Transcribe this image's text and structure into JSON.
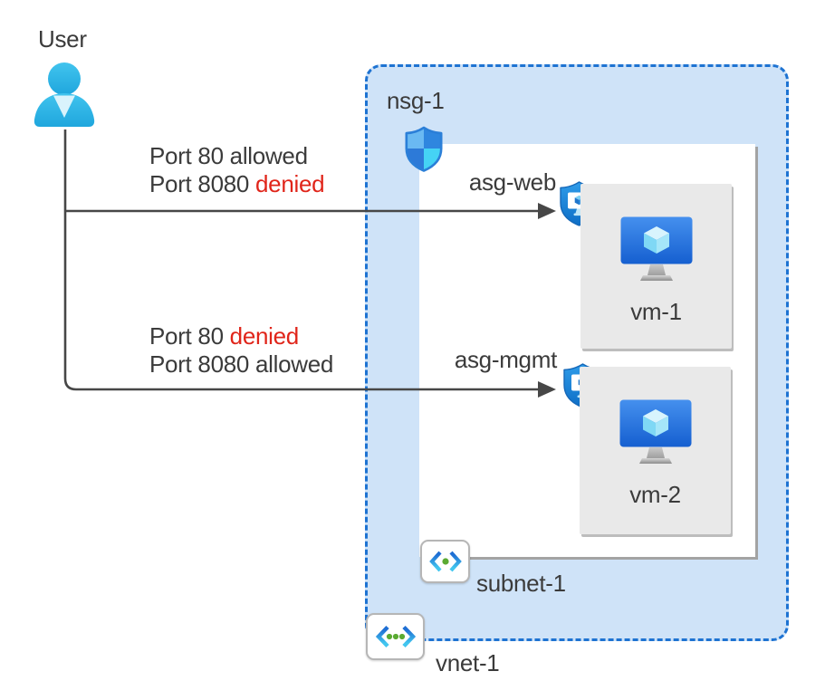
{
  "user": {
    "label": "User"
  },
  "annotations": [
    {
      "lines": [
        {
          "text": "Port 80",
          "status": "allowed",
          "status_class": "st-allowed"
        },
        {
          "text": "Port 8080",
          "status": "denied",
          "status_class": "st-denied"
        }
      ]
    },
    {
      "lines": [
        {
          "text": "Port 80",
          "status": "denied",
          "status_class": "st-denied"
        },
        {
          "text": "Port 8080",
          "status": "allowed",
          "status_class": "st-allowed"
        }
      ]
    }
  ],
  "network": {
    "vnet_label": "vnet-1",
    "subnet_label": "subnet-1",
    "nsg_label": "nsg-1",
    "groups": [
      {
        "asg_label": "asg-web",
        "vm_label": "vm-1"
      },
      {
        "asg_label": "asg-mgmt",
        "vm_label": "vm-2"
      }
    ]
  },
  "icons": {
    "user": "person-icon",
    "nsg": "nsg-shield-icon",
    "asg": "asg-shield-monitor-icon",
    "vm": "virtual-machine-icon",
    "subnet": "subnet-brackets-icon",
    "vnet": "vnet-brackets-icon",
    "arrows": "flow-arrow-icon"
  },
  "colors": {
    "text": "#3b3b3b",
    "denied": "#e0251a",
    "arrow": "#474747",
    "vnet-fill": "#cfe3f8",
    "vnet-border": "#1e73d2",
    "subnet-fill": "#ffffff",
    "vm-fill": "#e9e9e9",
    "shield-blue": "#2f86df",
    "shield-cyan": "#45d3f5",
    "bracket-green": "#5aaa32"
  }
}
